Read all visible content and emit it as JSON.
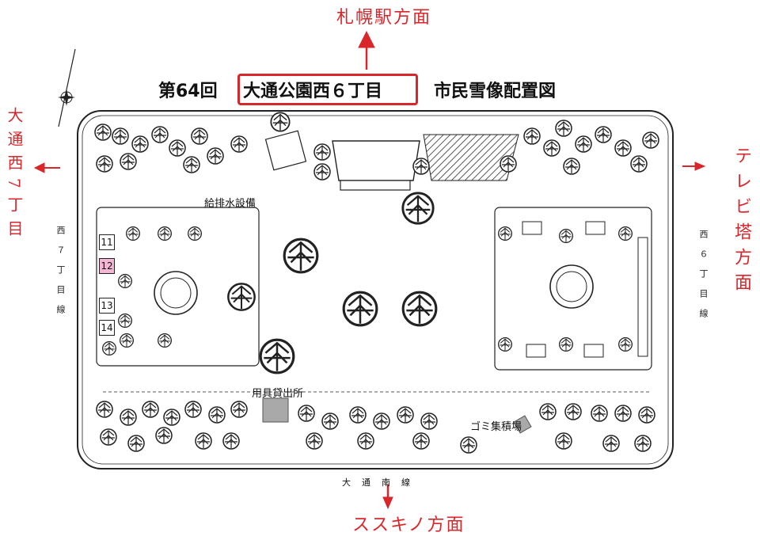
{
  "title": {
    "prefix": "第64回",
    "highlight": "大通公園西６丁目",
    "suffix": "市民雪像配置図"
  },
  "handwritten": {
    "north": "札幌駅方面",
    "south": "ススキノ方面",
    "east": "テレビ塔方面",
    "west": "大通西7丁目"
  },
  "printed_labels": {
    "west_street": "西７丁目線",
    "east_street": "西６丁目線",
    "south_street": "大通南線"
  },
  "facilities": {
    "water": "給排水設備",
    "rental": "用具貸出所",
    "garbage": "ゴミ集積場"
  },
  "markers": [
    {
      "label": "11",
      "active": false
    },
    {
      "label": "12",
      "active": true
    },
    {
      "label": "13",
      "active": false
    },
    {
      "label": "14",
      "active": false
    }
  ],
  "colors": {
    "handwriting": "#d9262b",
    "active_marker": "#f3b6d4",
    "facility_fill": "#a9a9a9"
  },
  "icons": [
    "compass-rose-icon",
    "arrow-up-icon",
    "arrow-down-icon",
    "arrow-left-icon",
    "arrow-right-icon",
    "tree-icon"
  ]
}
